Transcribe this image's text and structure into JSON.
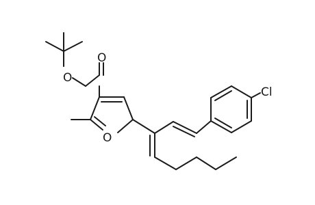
{
  "molecule": {
    "atoms": {
      "O_ester": "O",
      "O_carbonyl": "O",
      "O_furan": "O",
      "Cl": "Cl"
    },
    "colors": {
      "bond": "#1a1a1a",
      "label": "#1a1a1a",
      "background": "#ffffff"
    }
  }
}
